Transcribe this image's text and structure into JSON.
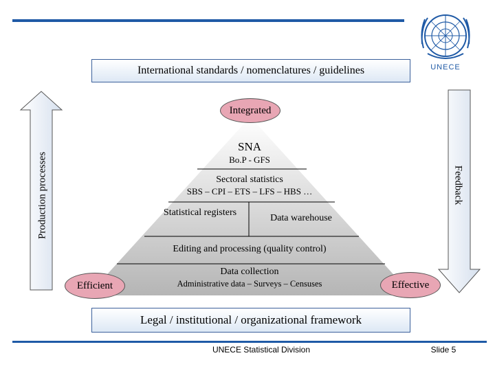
{
  "header": {
    "top_banner": "International standards / nomenclatures / guidelines",
    "logo_text": "UNECE"
  },
  "pyramid": {
    "top_oval": "Integrated",
    "sna": "SNA",
    "bop": "Bo.P - GFS",
    "sectoral": "Sectoral statistics",
    "sectoral_list": "SBS – CPI – ETS – LFS – HBS …",
    "registers": "Statistical registers",
    "warehouse": "Data warehouse",
    "editing": "Editing and processing (quality control)",
    "collection": "Data collection",
    "collection_sources": "Administrative data – Surveys – Censuses",
    "left_oval": "Efficient",
    "right_oval": "Effective"
  },
  "arrows": {
    "left_label": "Production processes",
    "right_label": "Feedback"
  },
  "bottom_banner": "Legal / institutional / organizational framework",
  "footer": {
    "center": "UNECE Statistical Division",
    "slide": "Slide 5"
  },
  "colors": {
    "accent_blue": "#1f5aa6",
    "oval_pink": "#e8a6b4"
  }
}
